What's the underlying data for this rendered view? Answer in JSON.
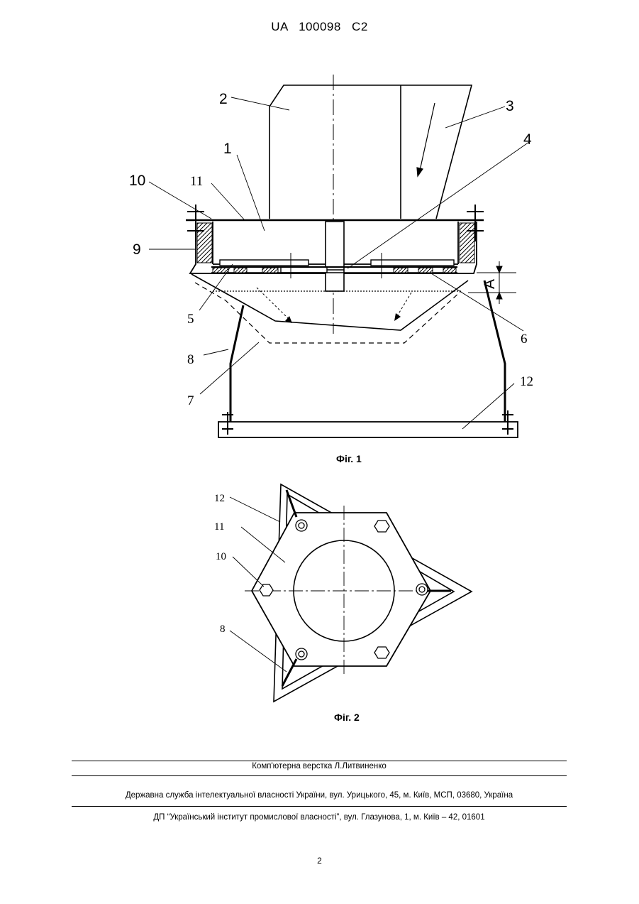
{
  "header": {
    "doc_number": "UA   100098   C2"
  },
  "fig1": {
    "caption": "Фіг. 1",
    "labels": {
      "l1": "1",
      "l2": "2",
      "l3": "3",
      "l4": "4",
      "l5": "5",
      "l6": "6",
      "l7": "7",
      "l8": "8",
      "l9": "9",
      "l10": "10",
      "l11": "11",
      "l12": "12",
      "lA": "A"
    }
  },
  "fig2": {
    "caption": "Фіг. 2",
    "labels": {
      "l12": "12",
      "l11": "11",
      "l10": "10",
      "l8": "8"
    }
  },
  "footer": {
    "layout": "Комп'ютерна верстка Л.Литвиненко",
    "service": "Державна служба інтелектуальної власності України, вул. Урицького, 45, м. Київ, МСП, 03680, Україна",
    "institute": "ДП “Український інститут промислової власності”, вул. Глазунова, 1, м. Київ – 42, 01601"
  },
  "page_number": "2"
}
